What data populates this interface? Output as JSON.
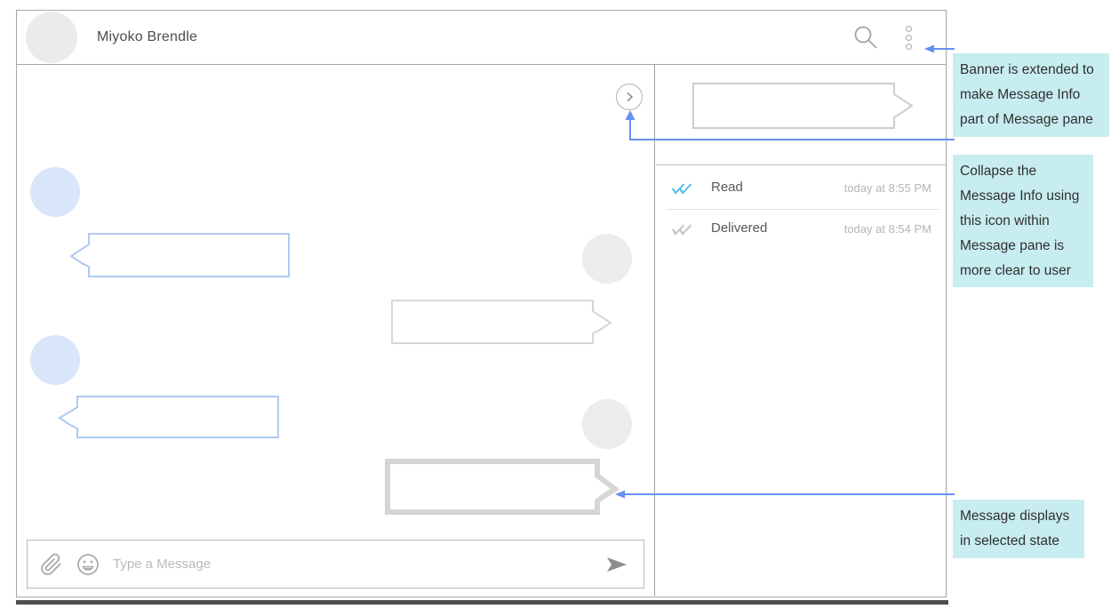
{
  "header": {
    "title": "Miyoko Brendle"
  },
  "chat": {
    "composer": {
      "placeholder": "Type a Message"
    }
  },
  "message_info": {
    "rows": [
      {
        "label": "Read",
        "time": "today at 8:55 PM",
        "check_color": "#56bfe8"
      },
      {
        "label": "Delivered",
        "time": "today at 8:54 PM",
        "check_color": "#c6c6c6"
      }
    ]
  },
  "annotations": [
    {
      "text": "Banner is extended to make Message Info part of Message pane"
    },
    {
      "text": "Collapse the Message Info using this icon within Message pane is more clear to user"
    },
    {
      "text": "Message displays in selected state"
    }
  ],
  "icons": {
    "search": "magnifier",
    "menu": "vertical-dots",
    "collapse": "chevron-right-circle",
    "attach": "paperclip",
    "emoji": "smiley-face",
    "send": "arrow-right",
    "read": "double-check",
    "delivered": "double-check"
  },
  "colors": {
    "connector_blue": "#6590f0",
    "annotation_bg": "#c8edf0",
    "incoming_outline": "#b0c9f2",
    "incoming_avatar": "#d9e6fa",
    "outgoing_outline": "#d6d6d6",
    "outgoing_avatar": "#ececec",
    "selected_outline": "#d5d5d5",
    "read_check": "#56bfe8",
    "delivered_check": "#c6c6c6"
  }
}
